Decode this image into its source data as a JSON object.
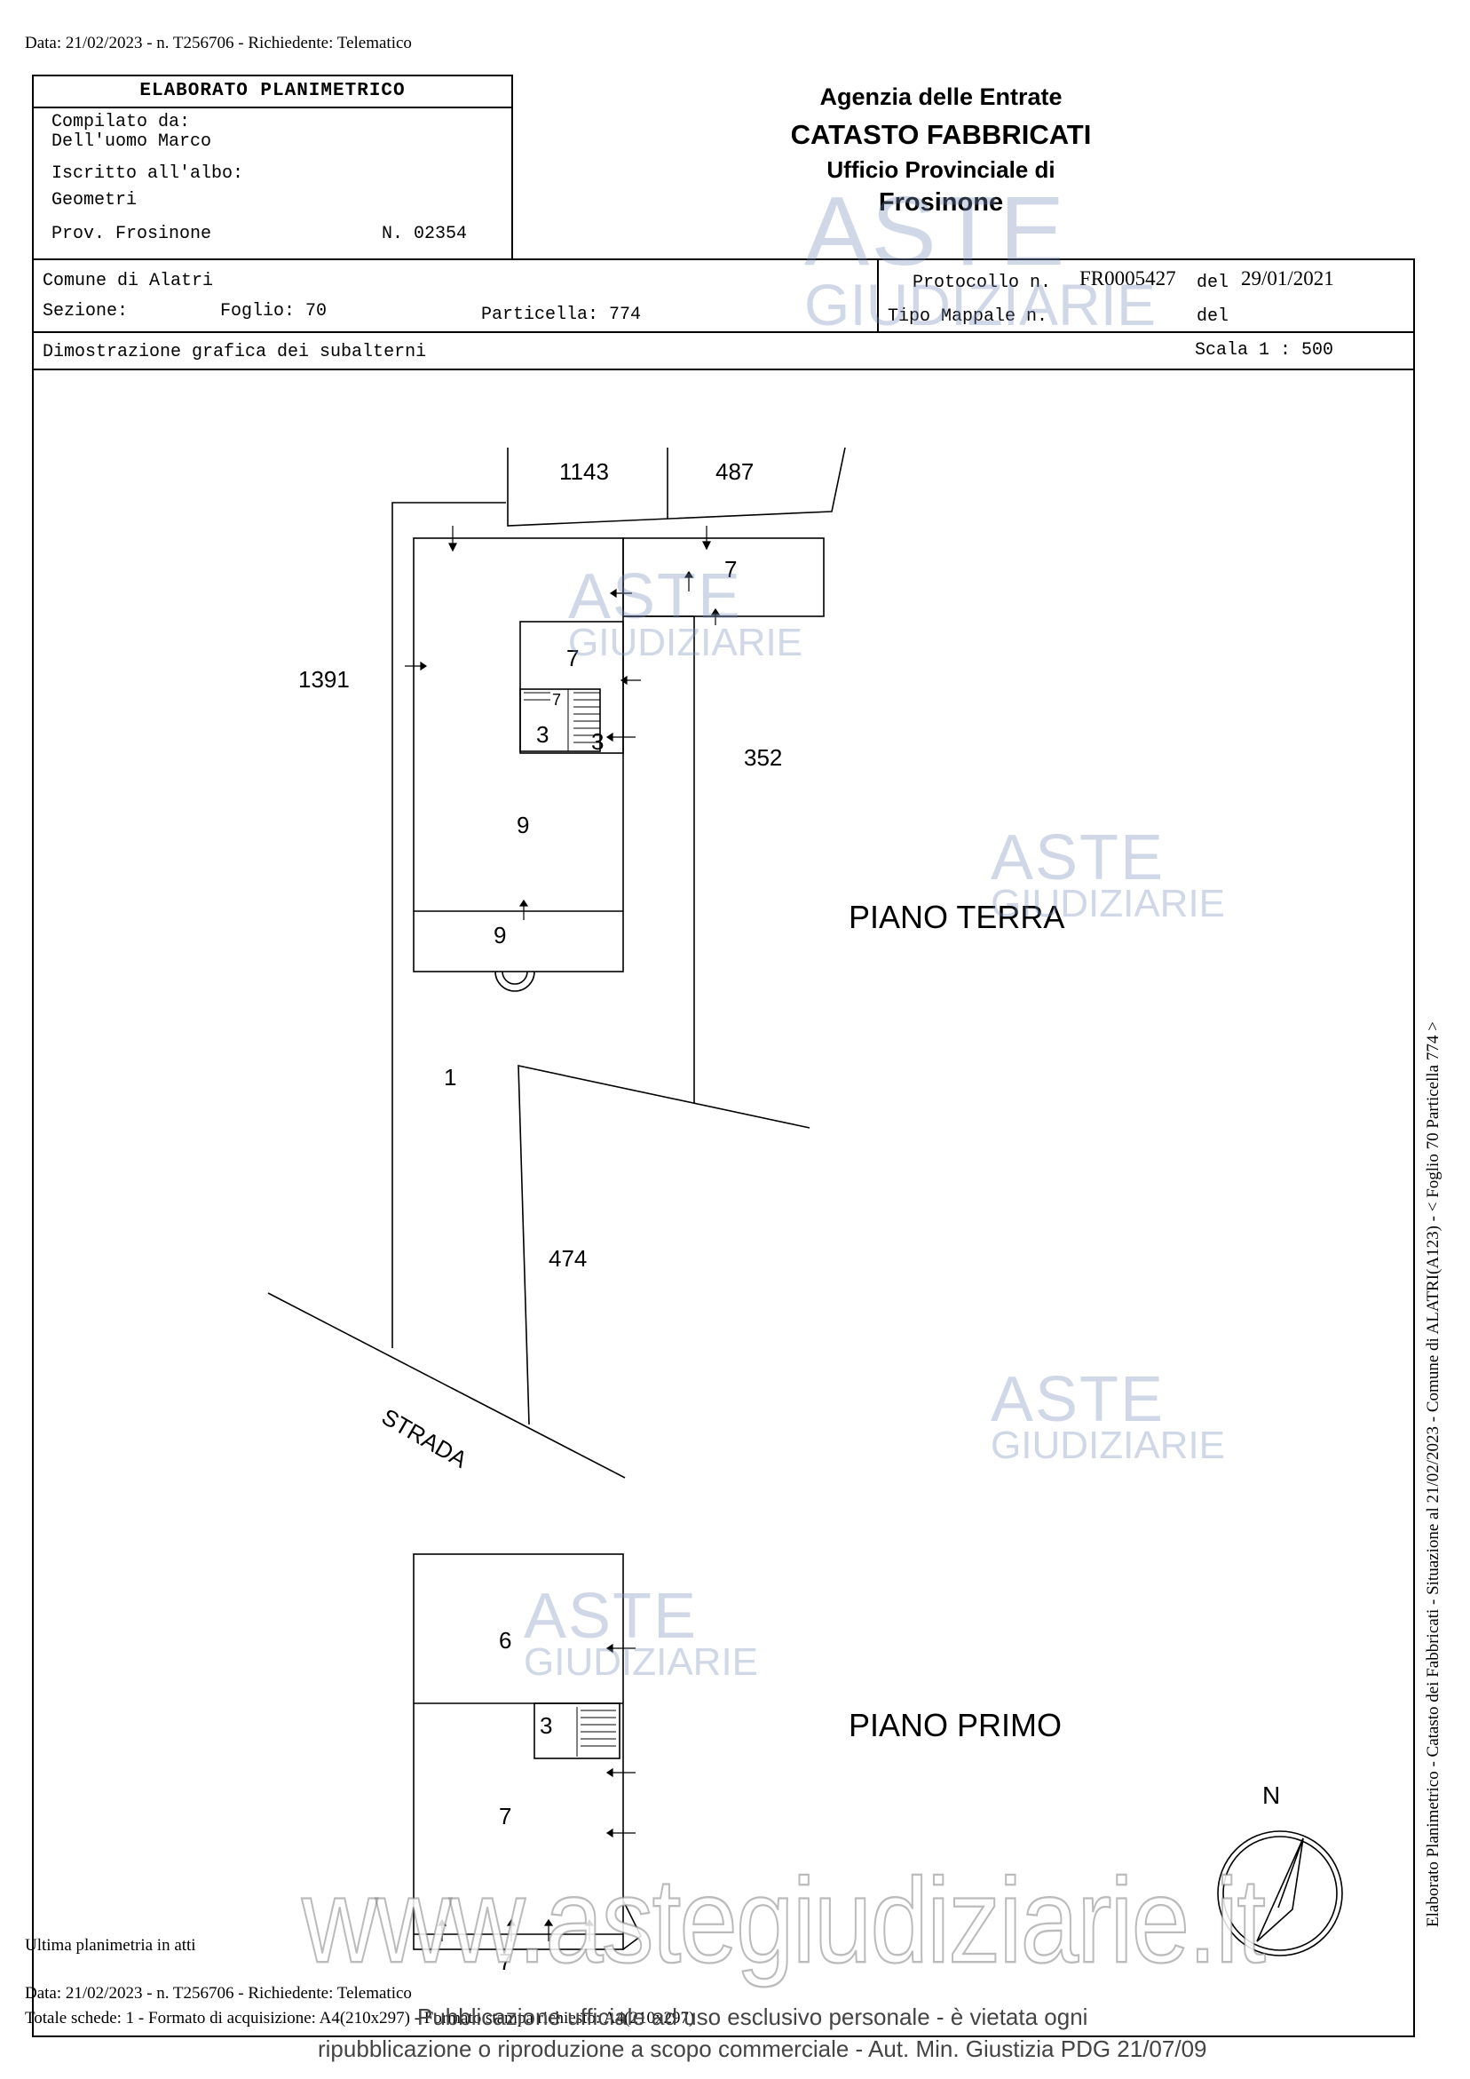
{
  "top_line": "Data: 21/02/2023 - n. T256706 - Richiedente: Telematico",
  "header": {
    "title": "ELABORATO PLANIMETRICO",
    "compiled_label": "Compilato da:",
    "compiled_name": "Dell'uomo Marco",
    "registered_label": "Iscritto all'albo:",
    "registered_value": "Geometri",
    "province": "Prov. Frosinone",
    "number": "N. 02354"
  },
  "agency": {
    "line1": "Agenzia delle Entrate",
    "line2": "CATASTO FABBRICATI",
    "line3": "Ufficio Provinciale di",
    "line4": "Frosinone"
  },
  "info": {
    "comune": "Comune di Alatri",
    "sezione_label": "Sezione:",
    "foglio": "Foglio: 70",
    "particella": "Particella: 774",
    "protocollo_label": "Protocollo n.",
    "protocollo_value": "FR0005427",
    "del_label": "del",
    "protocollo_date": "29/01/2021",
    "tipo_mappale_label": "Tipo Mappale n.",
    "del_label_2": "del",
    "description": "Dimostrazione grafica dei subalterni",
    "scale": "Scala 1 : 500"
  },
  "plan": {
    "parcels": [
      "1143",
      "487",
      "1391",
      "352",
      "474"
    ],
    "piano_terra_label": "PIANO TERRA",
    "piano_primo_label": "PIANO PRIMO",
    "strada_label": "STRADA",
    "subalterni_terra": [
      "7",
      "7",
      "7",
      "3",
      "3",
      "9",
      "9",
      "1"
    ],
    "subalterni_primo": [
      "6",
      "3",
      "7",
      "7"
    ],
    "north_label": "N"
  },
  "side_text": "Elaborato Planimetrico - Catasto dei Fabbricati - Situazione al 21/02/2023 - Comune di ALATRI(A123) - < Foglio 70 Particella 774 >",
  "footer": {
    "last_plan": "Ultima planimetria in atti",
    "data_line": "Data: 21/02/2023 - n. T256706 - Richiedente: Telematico",
    "totale_line": "Totale schede: 1 - Formato di acquisizione: A4(210x297) - Formato stampa richiesto: A4(210x297)"
  },
  "watermark": {
    "brand_top": "ASTE",
    "brand_bottom": "GIUDIZIARIE",
    "url": "www.astegiudiziarie.it",
    "notice_line1": "Pubblicazione ufficiale ad uso esclusivo personale - è vietata ogni",
    "notice_line2": "ripubblicazione o riproduzione a scopo commerciale - Aut. Min. Giustizia PDG 21/07/09"
  }
}
